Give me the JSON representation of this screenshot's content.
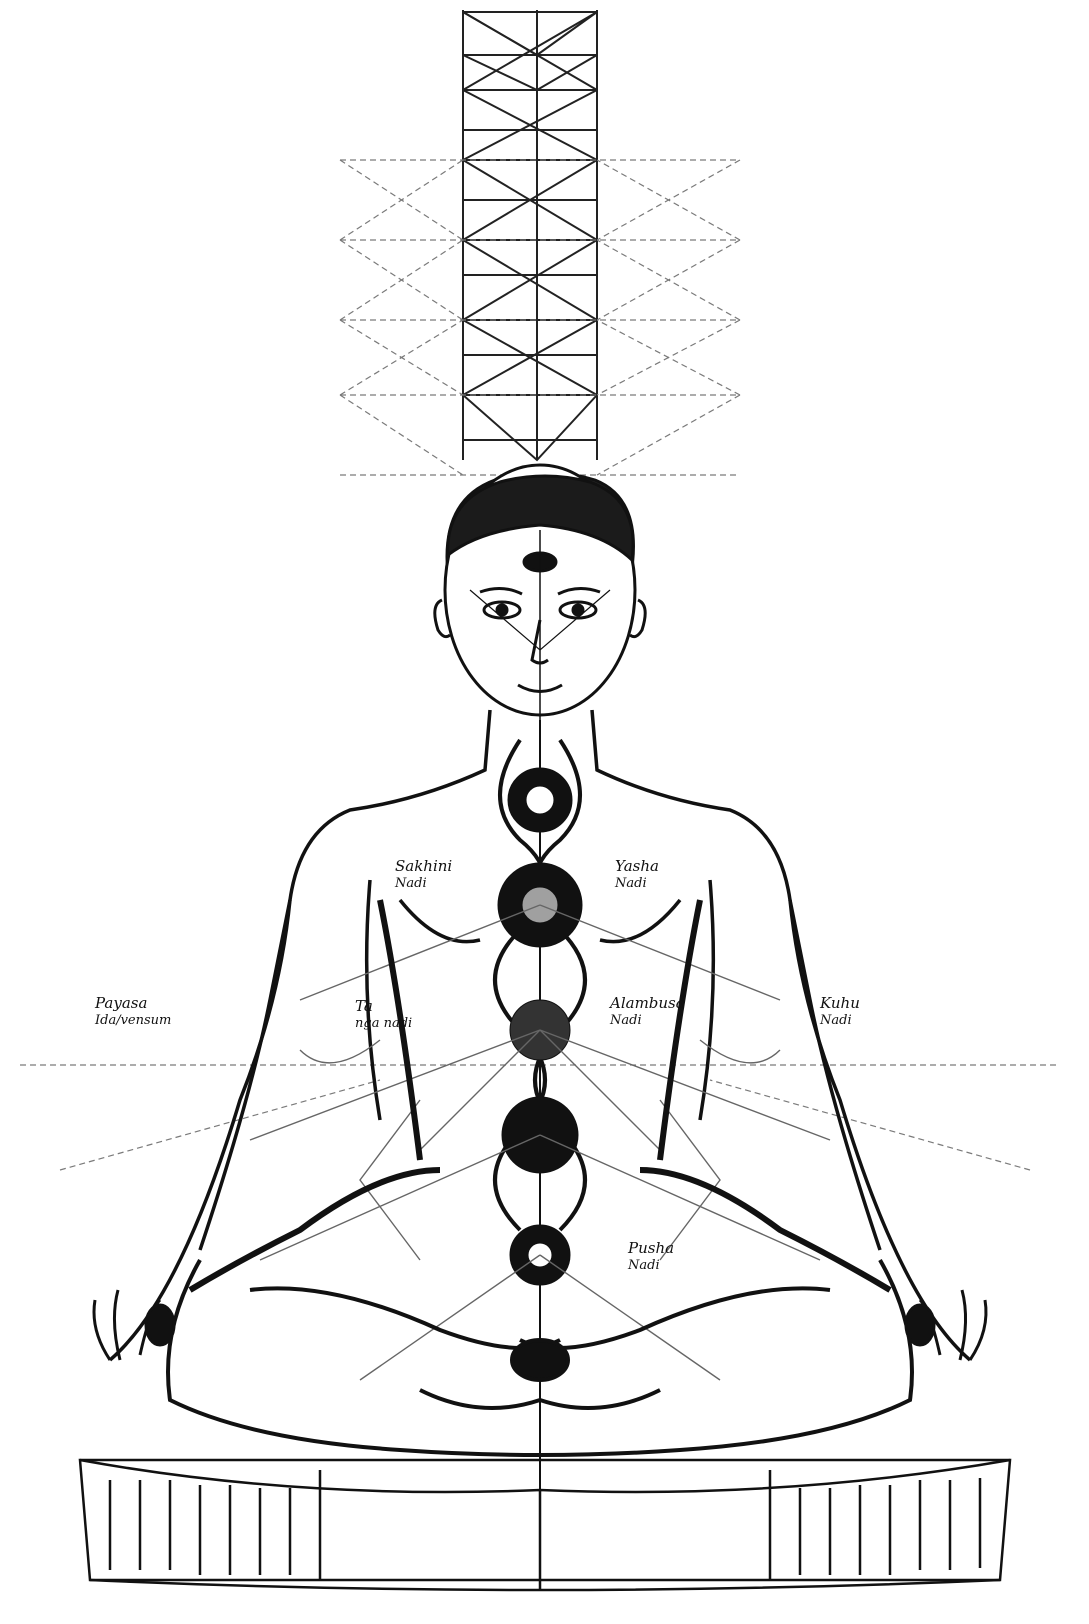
{
  "figure": {
    "subject": "seated-yogi-subtle-body",
    "ink_color": "#111111",
    "paper_color": "#ffffff",
    "line_color": "#222222",
    "guide_color": "#7a7a7a"
  },
  "labels": [
    {
      "line1": "Sakhini",
      "line2": "Nadi"
    },
    {
      "line1": "Yasha",
      "line2": "Nadi"
    },
    {
      "line1": "Payasa",
      "line2": "Ida/vensum"
    },
    {
      "line1": "Ta",
      "line2": "nga nadi"
    },
    {
      "line1": "Alambusa",
      "line2": "Nadi"
    },
    {
      "line1": "Kuhu",
      "line2": "Nadi"
    },
    {
      "line1": "Pusha",
      "line2": "Nadi"
    }
  ],
  "chakras": [
    {
      "name": "crown"
    },
    {
      "name": "third-eye"
    },
    {
      "name": "throat"
    },
    {
      "name": "heart"
    },
    {
      "name": "navel"
    },
    {
      "name": "sacral"
    },
    {
      "name": "root"
    }
  ]
}
